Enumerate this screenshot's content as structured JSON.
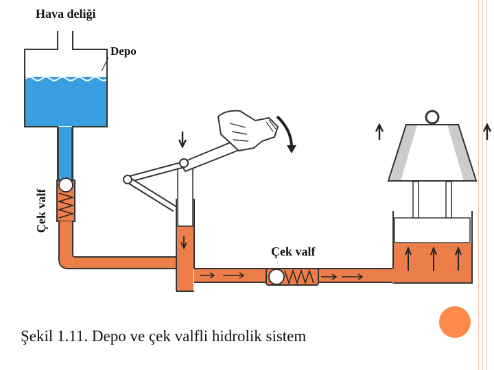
{
  "labels": {
    "air_hole": "Hava deliği",
    "tank": "Depo",
    "check_valve_vertical": "Çek valf",
    "check_valve_horizontal": "Çek valf"
  },
  "caption": "Şekil 1.11. Depo ve çek valfli hidrolik sistem",
  "colors": {
    "fluid_blue": "#3a9fe0",
    "fluid_orange": "#ec7e4a",
    "accent_circle": "#ff8a4c",
    "slide_border": "#f2c2b2"
  },
  "icons": [
    "up-arrow-icon",
    "down-arrow-icon",
    "rotation-arrow-icon",
    "hand-icon",
    "spring-icon",
    "ball-icon"
  ]
}
